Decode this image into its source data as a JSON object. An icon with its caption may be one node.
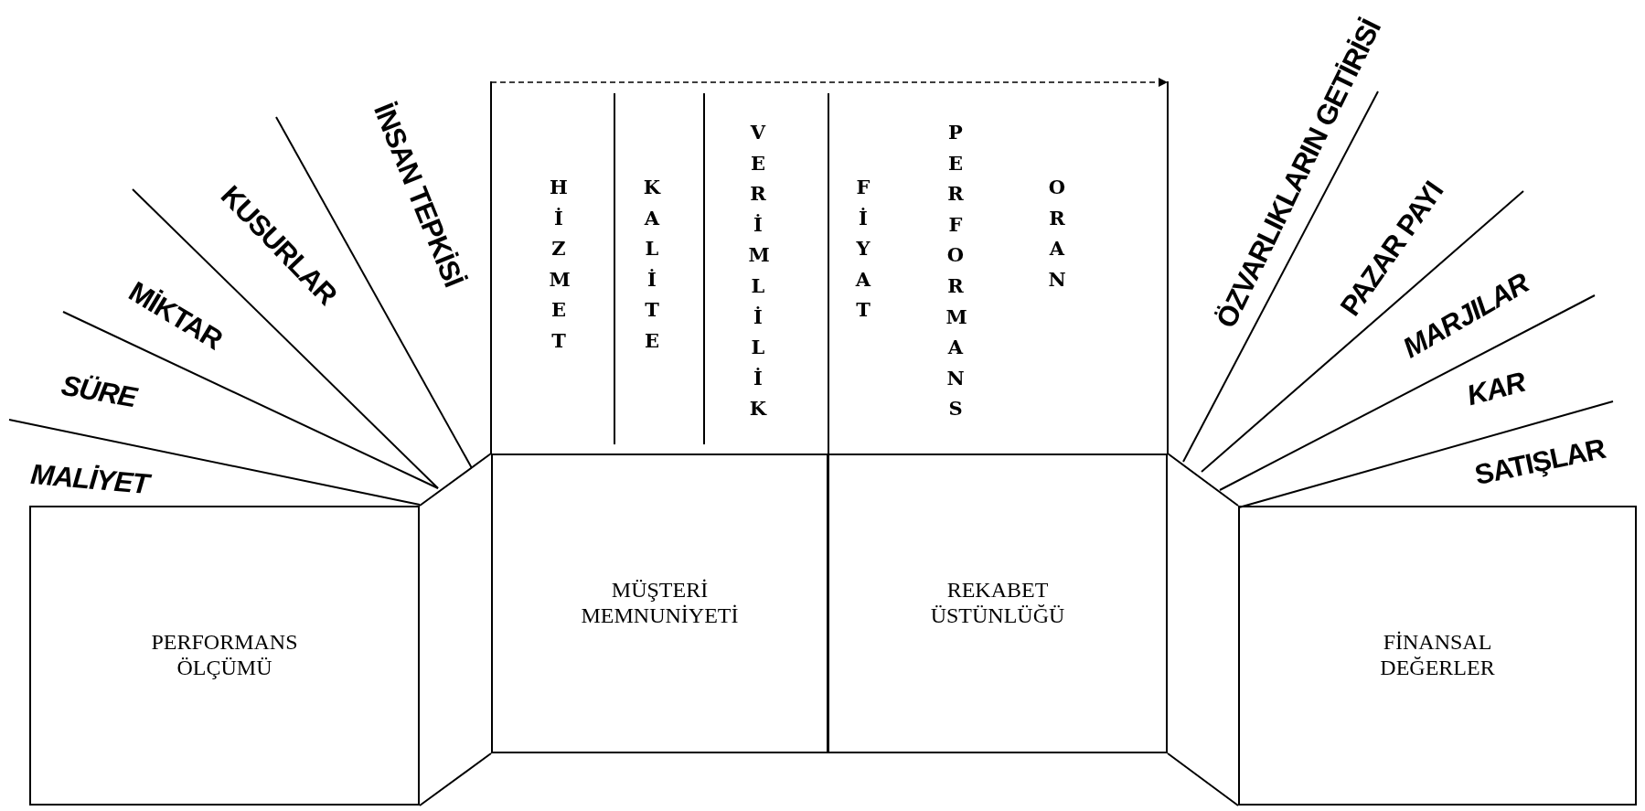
{
  "diagram": {
    "nodes": [
      {
        "text": [
          "PERFORMANS ÖLÇÜMÜ"
        ]
      },
      {
        "text": [
          "MÜŞTERİ MEMNUNİYETİ"
        ]
      },
      {
        "text": [
          "REKABET ÜSTÜNLÜĞÜ"
        ]
      },
      {
        "text": [
          "FİNANSAL DEĞERLER"
        ]
      }
    ],
    "labels": [
      "MALİYET",
      "SÜRE",
      "MİKTAR",
      "KUSURLAR",
      "İNSAN TEPKİSİ",
      "HİZMET",
      "KALİTE",
      "VERİMLİLİK",
      "FİYAT",
      "PERFORMANS",
      "ORAN",
      "ÖZVARLIKLARIN GETİRİSİ",
      "PAZAR PAYI",
      "MARJILAR",
      "KAR",
      "SATIŞLAR"
    ]
  }
}
